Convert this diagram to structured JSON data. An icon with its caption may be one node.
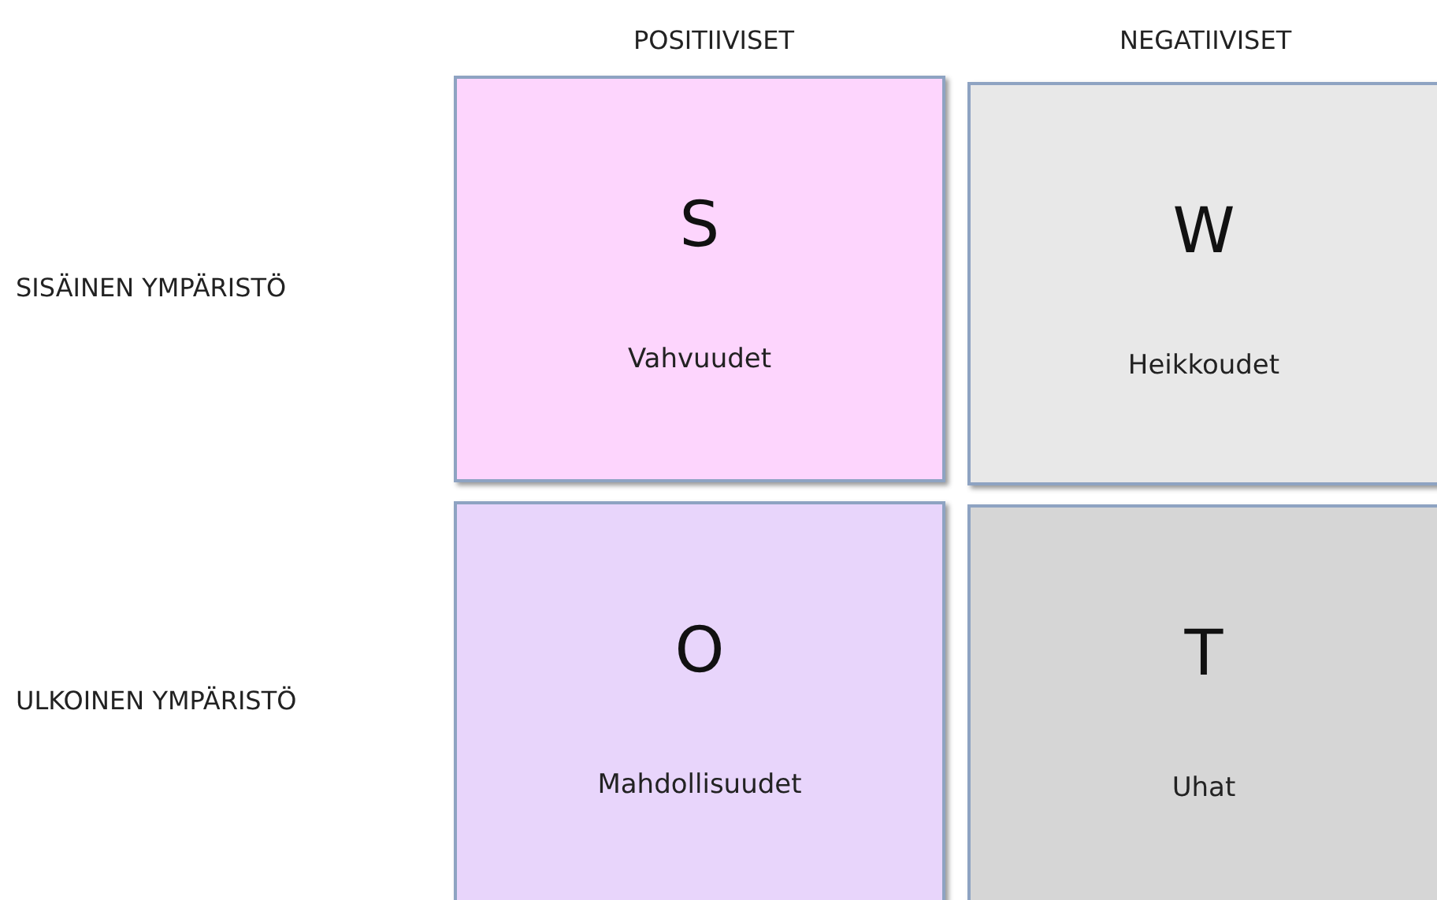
{
  "diagram": {
    "nodes": [
      {
        "text": [
          "S",
          "Vahvuudet"
        ]
      },
      {
        "text": [
          "W",
          "Heikkoudet"
        ]
      },
      {
        "text": [
          "O",
          "Mahdollisuudet"
        ]
      },
      {
        "text": [
          "T",
          "Uhat"
        ]
      }
    ],
    "labels": [
      "POSITIIVISET",
      "NEGATIIVISET",
      "SISÄINEN YMPÄRISTÖ",
      "ULKOINEN YMPÄRISTÖ"
    ]
  }
}
